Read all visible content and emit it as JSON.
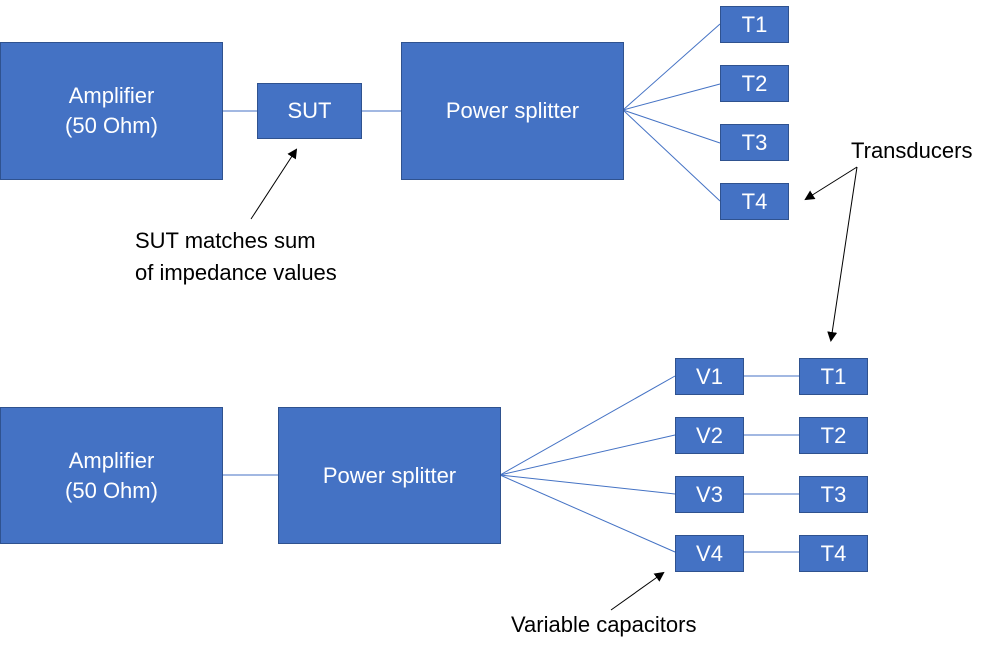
{
  "colors": {
    "box_fill": "#4472c4",
    "box_border": "#2f528f",
    "wire": "#4472c4",
    "arrow": "#000000",
    "text_on_box": "#ffffff",
    "label_text": "#000000"
  },
  "top_setup": {
    "amplifier": {
      "line1": "Amplifier",
      "line2": "(50 Ohm)"
    },
    "sut": "SUT",
    "power_splitter": "Power splitter",
    "transducers": [
      "T1",
      "T2",
      "T3",
      "T4"
    ],
    "sut_annotation": {
      "line1": "SUT matches sum",
      "line2": "of impedance values"
    }
  },
  "transducers_annotation": "Transducers",
  "bottom_setup": {
    "amplifier": {
      "line1": "Amplifier",
      "line2": "(50 Ohm)"
    },
    "power_splitter": "Power splitter",
    "capacitors": [
      "V1",
      "V2",
      "V3",
      "V4"
    ],
    "transducers": [
      "T1",
      "T2",
      "T3",
      "T4"
    ],
    "capacitors_annotation": "Variable capacitors"
  }
}
